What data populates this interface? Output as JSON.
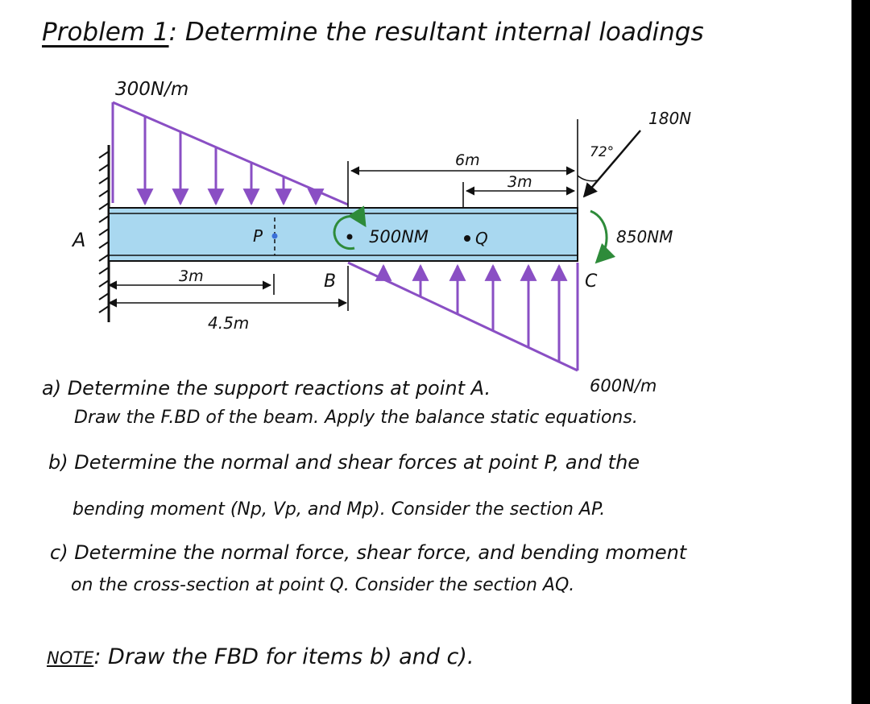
{
  "title": {
    "prefix": "Problem 1",
    "separator": ":",
    "text": "Determine the resultant internal loadings"
  },
  "diagram": {
    "labels": {
      "load_left": "300N/m",
      "load_right": "600N/m",
      "support_a": "A",
      "point_b": "B",
      "point_c": "C",
      "point_p": "P",
      "point_q": "Q",
      "force": "180N",
      "angle": "72°",
      "moment_left": "500NM",
      "moment_right": "850NM"
    },
    "dimensions": {
      "ac_span": "6m",
      "qc_span": "3m",
      "ap_span": "3m",
      "ab_span": "4.5m"
    },
    "colors": {
      "beam_fill": "#a9d8f0",
      "load_purple": "#8a4fc4",
      "moment_arrow": "#2e8b3a",
      "ink": "#111111"
    }
  },
  "questions": {
    "a": {
      "line1": "a) Determine the support reactions at point A.",
      "line2": "Draw the F.BD of the beam. Apply the balance static equations."
    },
    "b": {
      "line1": "b) Determine the normal and shear forces at point P, and the",
      "line2": "bending moment (Np, Vp, and Mp). Consider the section AP."
    },
    "c": {
      "line1": "c) Determine the normal force, shear force, and bending moment",
      "line2": "on the cross-section at point Q. Consider the section AQ."
    }
  },
  "note": {
    "label": "NOTE",
    "separator": ":",
    "text": "Draw the FBD for items b) and c)."
  }
}
